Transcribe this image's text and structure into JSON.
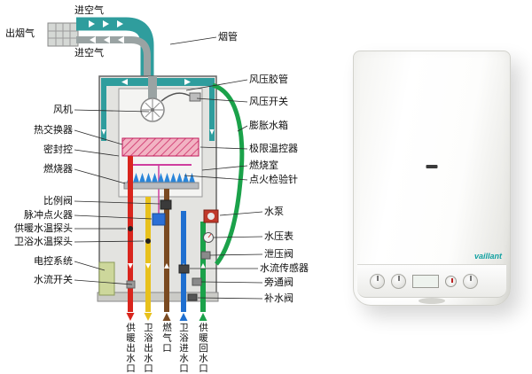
{
  "flue_labels": {
    "air_in_top": "进空气",
    "smoke_out": "出烟气",
    "air_in_lower": "进空气",
    "smoke_pipe": "烟管"
  },
  "left_labels": [
    "风机",
    "热交换器",
    "密封控",
    "燃烧器",
    "比例阀",
    "脉冲点火器",
    "供暖水温探头",
    "卫浴水温探头",
    "电控系统",
    "水流开关"
  ],
  "right_labels": [
    "风压胶管",
    "风压开关",
    "膨胀水箱",
    "极限温控器",
    "燃烧室",
    "点火检验针",
    "水泵",
    "水压表",
    "泄压阀",
    "水流传感器",
    "旁通阀",
    "补水阀"
  ],
  "bottom_ports": [
    "供暖出水口",
    "卫浴出水口",
    "燃气口",
    "卫浴进水口",
    "供暖回水口"
  ],
  "photo": {
    "brand": "vaillant"
  },
  "colors": {
    "air_pipe": "#2f9d9d",
    "smoke_pipe": "#9aa3a3",
    "heating_out": "#d9251d",
    "dhw_out": "#e8c11c",
    "gas": "#7a4a21",
    "dhw_in": "#1f6fd0",
    "heating_return": "#1ba24a",
    "flame": "#2b86d9",
    "igniter_wire": "#cf3f9f",
    "heat_exchanger": "#f2b3c3",
    "pump": "#c0392b"
  }
}
